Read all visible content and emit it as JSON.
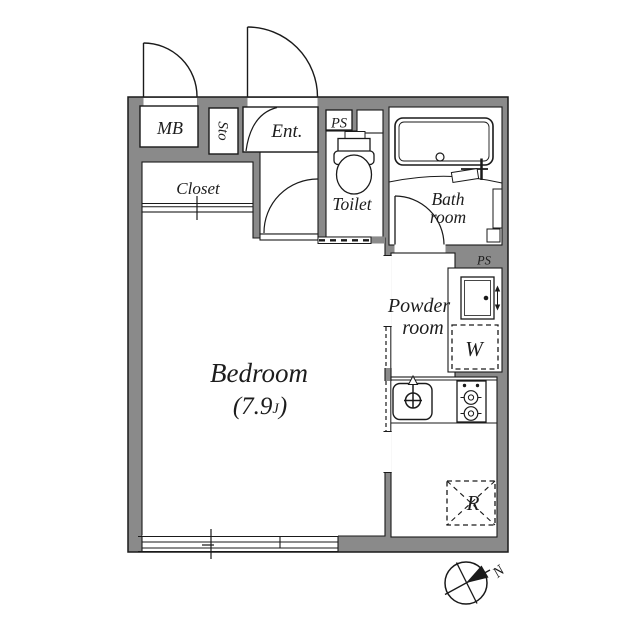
{
  "rooms": {
    "mb": "MB",
    "sto": "Sto",
    "entrance": "Ent.",
    "ps_upper": "PS",
    "toilet": "Toilet",
    "bath_line1": "Bath",
    "bath_line2": "room",
    "closet": "Closet",
    "bedroom": "Bedroom",
    "bedroom_area_open": "(7.9",
    "bedroom_area_unit": "J",
    "bedroom_area_close": ")",
    "powder_line1": "Powder",
    "powder_line2": "room",
    "ps_lower": "PS",
    "washer_space": "W",
    "refrigerator_space": "R"
  },
  "compass": {
    "north": "N"
  },
  "colors": {
    "wall": "#8a8a8a",
    "line": "#1a1a1a",
    "floor": "#ffffff"
  }
}
